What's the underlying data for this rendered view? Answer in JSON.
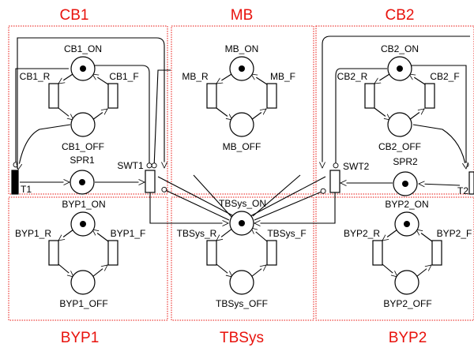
{
  "zones": {
    "cb1": "CB1",
    "mb": "MB",
    "cb2": "CB2",
    "byp1": "BYP1",
    "tbsys": "TBSys",
    "byp2": "BYP2"
  },
  "places": {
    "cb1_on": "CB1_ON",
    "cb1_off": "CB1_OFF",
    "mb_on": "MB_ON",
    "mb_off": "MB_OFF",
    "cb2_on": "CB2_ON",
    "cb2_off": "CB2_OFF",
    "spr1": "SPR1",
    "spr2": "SPR2",
    "tbsys_on": "TBSys_ON",
    "tbsys_off": "TBSys_OFF",
    "byp1_on": "BYP1_ON",
    "byp1_off": "BYP1_OFF",
    "byp2_on": "BYP2_ON",
    "byp2_off": "BYP2_OFF"
  },
  "transitions": {
    "cb1_r": "CB1_R",
    "cb1_f": "CB1_F",
    "mb_r": "MB_R",
    "mb_f": "MB_F",
    "cb2_r": "CB2_R",
    "cb2_f": "CB2_F",
    "t1": "T1",
    "swt1": "SWT1",
    "swt2": "SWT2",
    "t2": "T2",
    "tbsys_r": "TBSys_R",
    "tbsys_f": "TBSys_F",
    "byp1_r": "BYP1_R",
    "byp1_f": "BYP1_F",
    "byp2_r": "BYP2_R",
    "byp2_f": "BYP2_F"
  },
  "colors": {
    "zone_red": "#e8120c",
    "ink": "#000000"
  },
  "marked_places": [
    "CB1_ON",
    "MB_ON",
    "CB2_ON",
    "SPR1",
    "SPR2",
    "TBSys_ON",
    "BYP1_ON",
    "BYP2_ON"
  ]
}
